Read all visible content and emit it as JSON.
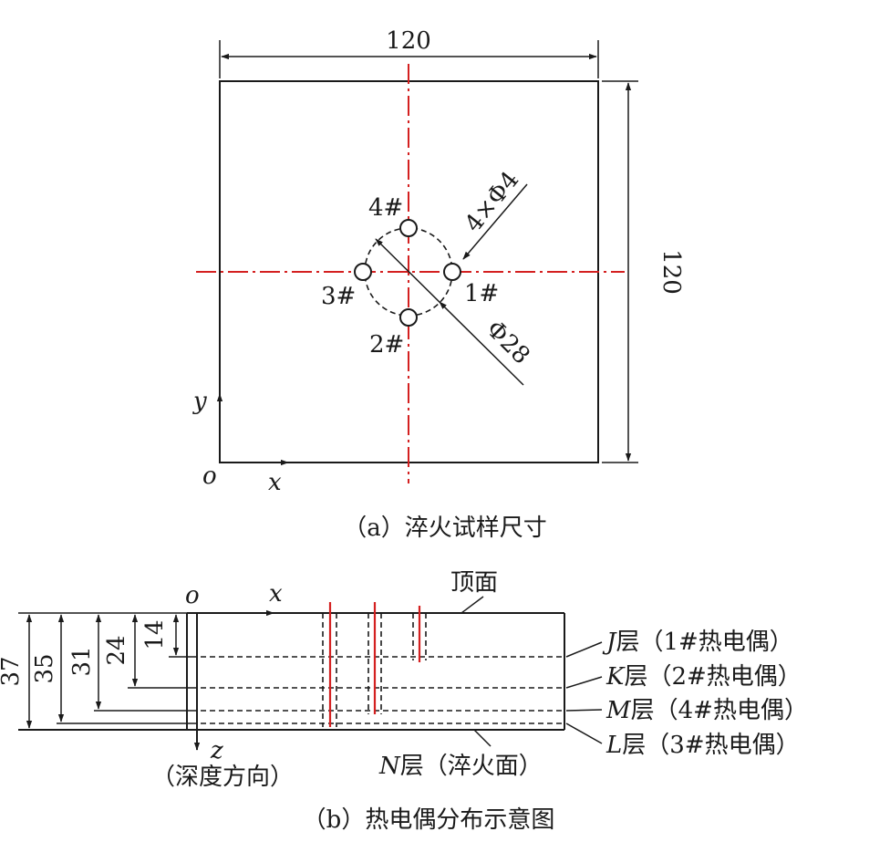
{
  "part_a": {
    "dim_width": "120",
    "dim_height": "120",
    "hole_spec": "4×Φ4",
    "circle_spec": "Φ28",
    "holes": [
      "1#",
      "2#",
      "3#",
      "4#"
    ],
    "axis_origin": "o",
    "axis_x": "x",
    "axis_y": "y",
    "caption": "（a）淬火试样尺寸"
  },
  "part_b": {
    "top_label": "顶面",
    "axis_origin": "o",
    "axis_x": "x",
    "axis_z": "z",
    "depth_label": "（深度方向）",
    "dims": [
      "14",
      "24",
      "31",
      "35",
      "37"
    ],
    "layers": [
      {
        "letter": "J",
        "text": "层（1#热电偶）"
      },
      {
        "letter": "K",
        "text": "层（2#热电偶）"
      },
      {
        "letter": "M",
        "text": "层（4#热电偶）"
      },
      {
        "letter": "L",
        "text": "层（3#热电偶）"
      }
    ],
    "bottom_layer": {
      "letter": "N",
      "text": "层（淬火面）"
    },
    "caption": "（b）热电偶分布示意图"
  },
  "colors": {
    "line": "#1a1a1a",
    "centerline": "#d42020"
  }
}
